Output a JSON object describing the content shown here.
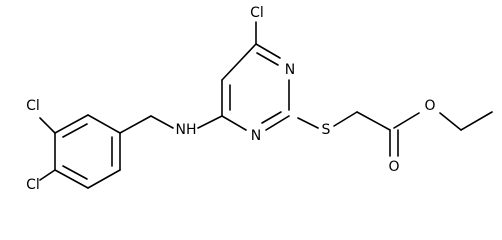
{
  "molecule": {
    "atoms": {
      "cl_pyrimidine": "Cl",
      "n_top": "N",
      "n_bottom": "N",
      "s_thioether": "S",
      "o_ester": "O",
      "o_carbonyl": "O",
      "nh_amine": "NH",
      "cl_ring_upper": "Cl",
      "cl_ring_lower": "Cl"
    }
  }
}
